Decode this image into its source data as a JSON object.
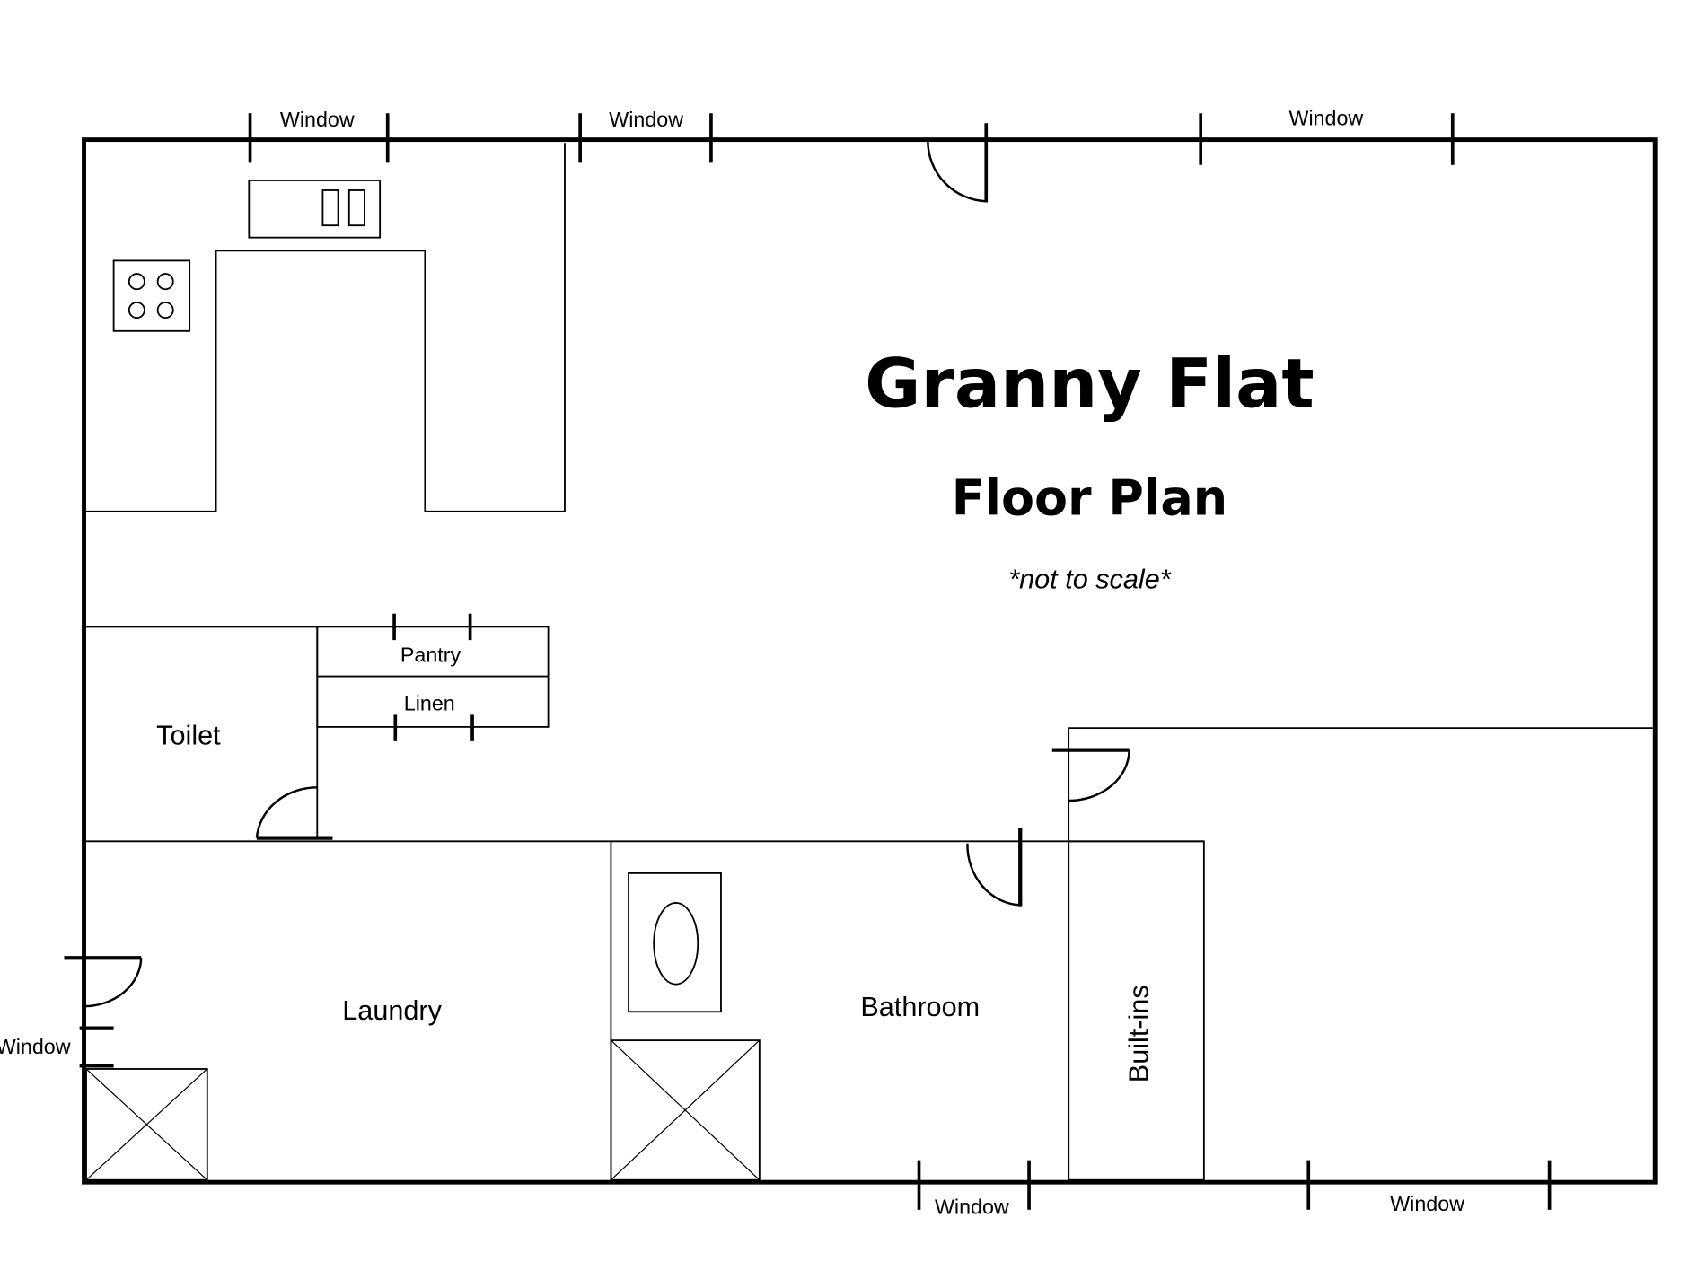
{
  "title": "Granny Flat",
  "subtitle": "Floor Plan",
  "note": "*not to scale*",
  "rooms": {
    "toilet": "Toilet",
    "pantry": "Pantry",
    "linen": "Linen",
    "laundry": "Laundry",
    "bathroom": "Bathroom",
    "builtins": "Built-ins"
  },
  "windows": {
    "top_1": "Window",
    "top_2": "Window",
    "top_3": "Window",
    "left": "Window",
    "bottom_1": "Window",
    "bottom_2": "Window"
  }
}
